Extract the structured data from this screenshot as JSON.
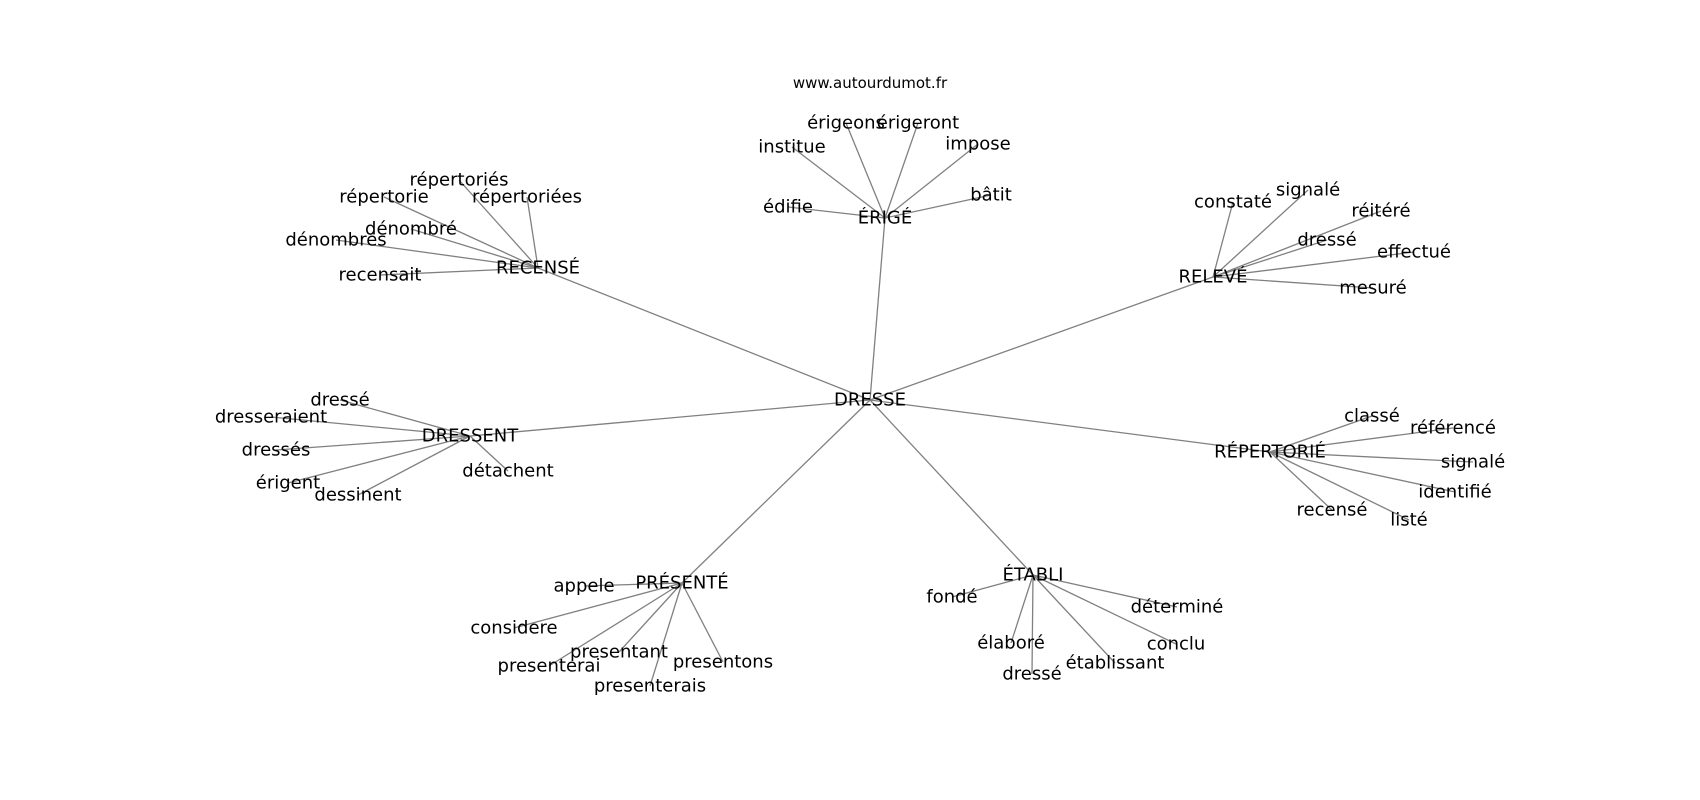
{
  "source": "www.autourdumot.fr",
  "center": "DRESSE",
  "colors": {
    "edge": "#808080",
    "text": "#000000",
    "background": "#ffffff"
  },
  "clusters": [
    {
      "hub": "ÉRIGÉ",
      "words": [
        "érigeons",
        "érigeront",
        "institue",
        "impose",
        "édifie",
        "bâtit"
      ]
    },
    {
      "hub": "RECENSÉ",
      "words": [
        "répertoriés",
        "répertorie",
        "répertoriées",
        "dénombré",
        "dénombrés",
        "recensait"
      ]
    },
    {
      "hub": "RELEVÉ",
      "words": [
        "constaté",
        "signalé",
        "réitéré",
        "dressé",
        "effectué",
        "mesuré"
      ]
    },
    {
      "hub": "DRESSENT",
      "words": [
        "dressé",
        "dresseraient",
        "dressés",
        "érigent",
        "dessinent",
        "détachent"
      ]
    },
    {
      "hub": "RÉPERTORIÉ",
      "words": [
        "classé",
        "référencé",
        "signalé",
        "identifié",
        "recensé",
        "listé"
      ]
    },
    {
      "hub": "PRÉSENTÉ",
      "words": [
        "appele",
        "considere",
        "presentant",
        "presenterai",
        "presentons",
        "presenterais"
      ]
    },
    {
      "hub": "ÉTABLI",
      "words": [
        "fondé",
        "déterminé",
        "élaboré",
        "conclu",
        "dressé",
        "établissant"
      ]
    }
  ]
}
